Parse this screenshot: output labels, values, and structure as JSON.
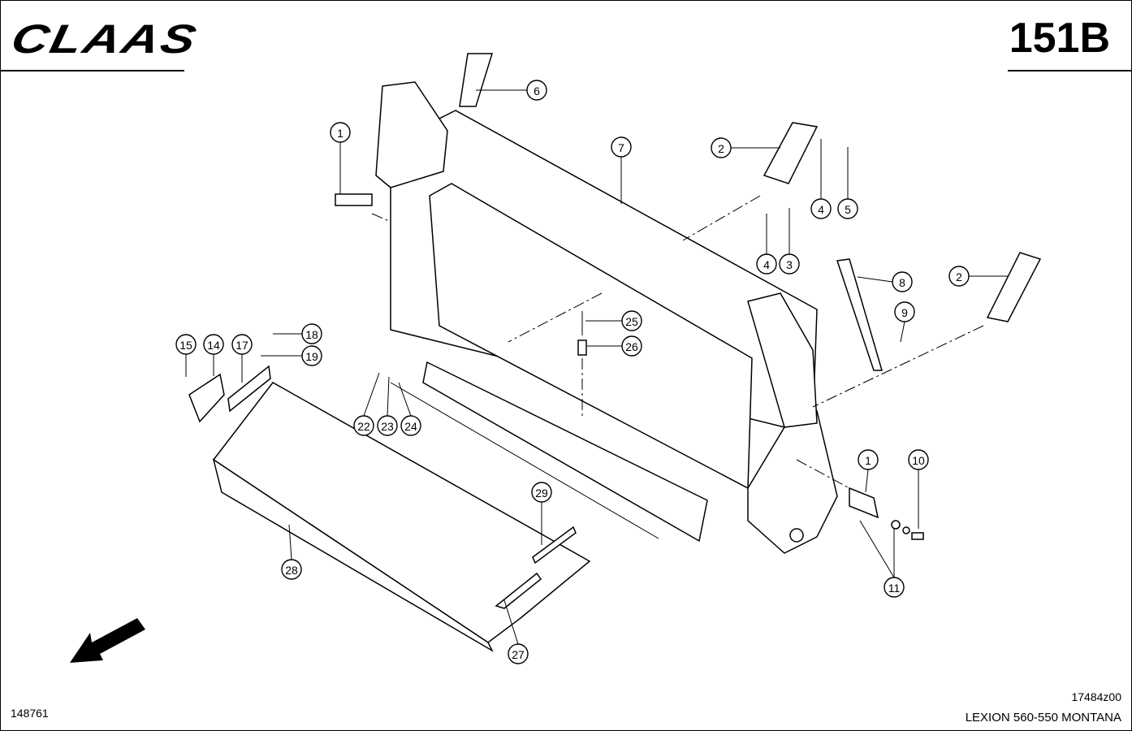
{
  "header": {
    "brand": "CLAAS",
    "page_number": "151B"
  },
  "footer": {
    "drawing_ref": "148761",
    "figure_ref": "17484z00",
    "model": "LEXION 560-550 MONTANA"
  },
  "callouts": [
    "6",
    "1",
    "7",
    "2",
    "4",
    "5",
    "4",
    "3",
    "8",
    "2",
    "9",
    "25",
    "26",
    "15",
    "14",
    "17",
    "18",
    "19",
    "22",
    "23",
    "24",
    "1",
    "10",
    "29",
    "28",
    "11",
    "27"
  ],
  "icons": {
    "direction": "arrow-down-left-icon"
  }
}
